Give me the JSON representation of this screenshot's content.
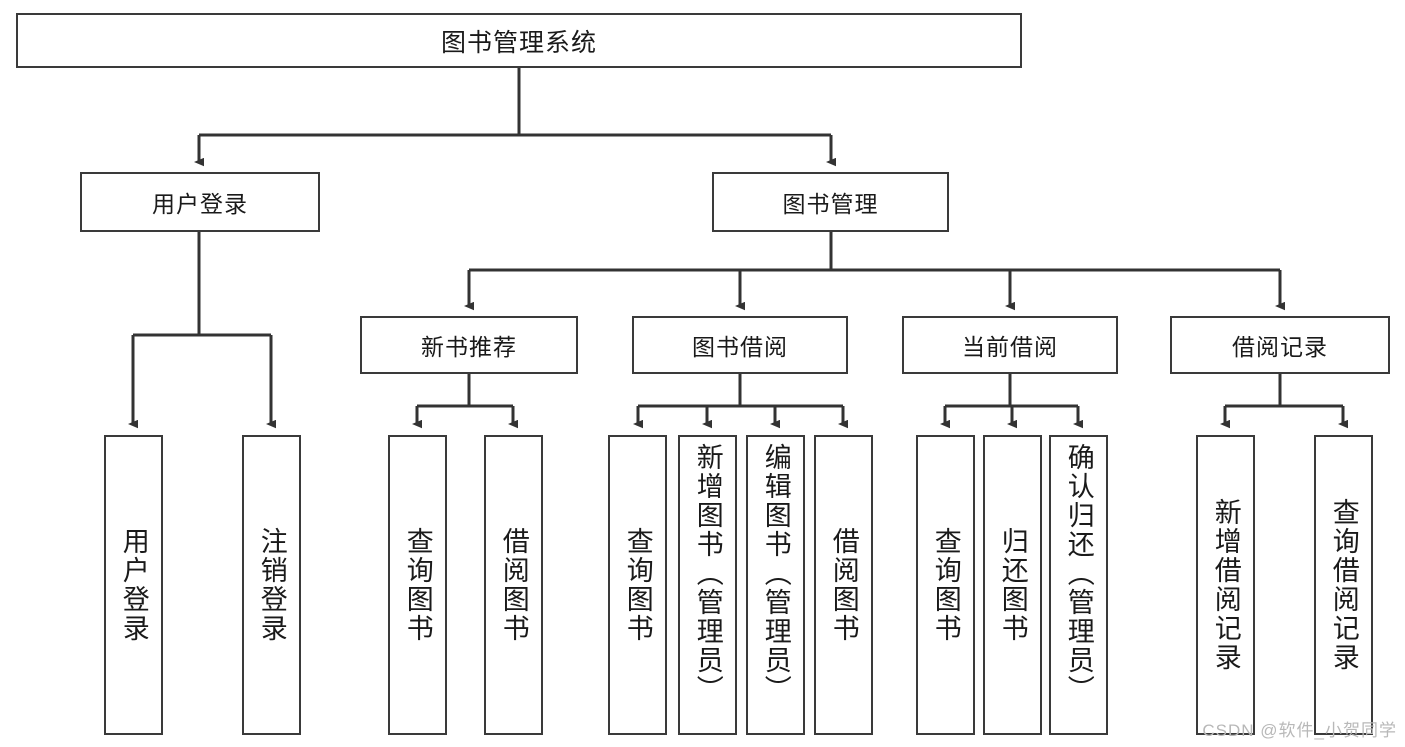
{
  "diagram": {
    "title": "图书管理系统",
    "type": "functional-structure-tree",
    "colors": {
      "background": "#ffffff",
      "border": "#3a3a3a",
      "text": "#1a1a1a",
      "edge": "#333333",
      "watermark": "#b8b8b8"
    },
    "root": {
      "label": "图书管理系统"
    },
    "level2": [
      {
        "id": "user-login",
        "label": "用户登录"
      },
      {
        "id": "book-manage",
        "label": "图书管理"
      }
    ],
    "level3": [
      {
        "id": "new-book-recommend",
        "label": "新书推荐",
        "parent": "book-manage"
      },
      {
        "id": "book-borrow",
        "label": "图书借阅",
        "parent": "book-manage"
      },
      {
        "id": "current-borrow",
        "label": "当前借阅",
        "parent": "book-manage"
      },
      {
        "id": "borrow-record",
        "label": "借阅记录",
        "parent": "book-manage"
      }
    ],
    "leaves": [
      {
        "id": "leaf-user-login",
        "label": "用户登录",
        "parent": "user-login"
      },
      {
        "id": "leaf-logout-login",
        "label": "注销登录",
        "parent": "user-login"
      },
      {
        "id": "leaf-query-book-1",
        "label": "查询图书",
        "parent": "new-book-recommend"
      },
      {
        "id": "leaf-borrow-book-1",
        "label": "借阅图书",
        "parent": "new-book-recommend"
      },
      {
        "id": "leaf-query-book-2",
        "label": "查询图书",
        "parent": "book-borrow"
      },
      {
        "id": "leaf-add-book",
        "label": "新增图书（管理员）",
        "parent": "book-borrow"
      },
      {
        "id": "leaf-edit-book",
        "label": "编辑图书（管理员）",
        "parent": "book-borrow"
      },
      {
        "id": "leaf-borrow-book-2",
        "label": "借阅图书",
        "parent": "book-borrow"
      },
      {
        "id": "leaf-query-book-3",
        "label": "查询图书",
        "parent": "current-borrow"
      },
      {
        "id": "leaf-return-book",
        "label": "归还图书",
        "parent": "current-borrow"
      },
      {
        "id": "leaf-confirm-return",
        "label": "确认归还（管理员）",
        "parent": "current-borrow"
      },
      {
        "id": "leaf-add-record",
        "label": "新增借阅记录",
        "parent": "borrow-record"
      },
      {
        "id": "leaf-query-record",
        "label": "查询借阅记录",
        "parent": "borrow-record"
      }
    ],
    "watermark": "CSDN @软件_小贺同学"
  }
}
